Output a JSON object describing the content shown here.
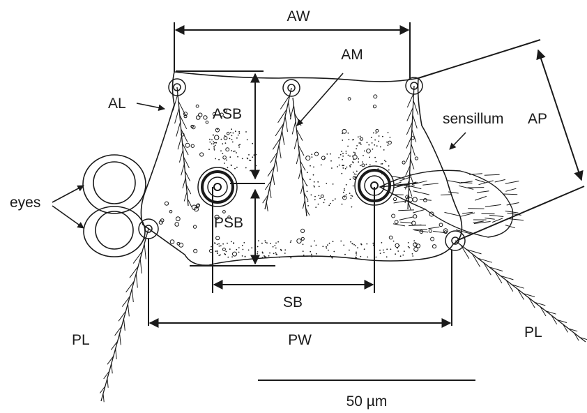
{
  "figure": {
    "labels": {
      "aw": "AW",
      "am": "AM",
      "al": "AL",
      "asb": "ASB",
      "ap": "AP",
      "sensillum": "sensillum",
      "eyes": "eyes",
      "psb": "PSB",
      "sb": "SB",
      "pw": "PW",
      "pl_left": "PL",
      "pl_right": "PL"
    },
    "scale_bar": {
      "label": "50 µm",
      "length_um": 50
    }
  }
}
